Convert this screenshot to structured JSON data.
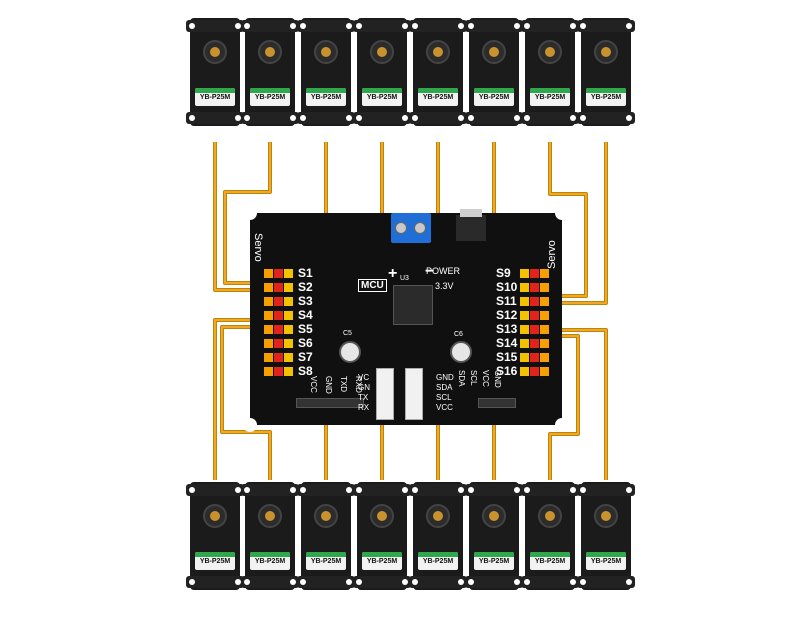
{
  "servo_label": "YB-P25M",
  "board": {
    "servo_title_left": "Servo",
    "servo_title_right": "Servo",
    "mcu_label": "MCU",
    "power_label": "POWER",
    "v33_label": "3.3V",
    "plus_label": "+",
    "minus_label": "−",
    "u3_label": "U3",
    "c6_label": "C6",
    "c5_label": "C5",
    "left_channels": [
      "S1",
      "S2",
      "S3",
      "S4",
      "S5",
      "S6",
      "S7",
      "S8"
    ],
    "right_channels": [
      "S9",
      "S10",
      "S11",
      "S12",
      "S13",
      "S14",
      "S15",
      "S16"
    ],
    "uart_pins": [
      "VCC",
      "GND",
      "TXD",
      "RXD"
    ],
    "uart_side": [
      "VC",
      "GN",
      "TX",
      "RX"
    ],
    "i2c_pins": [
      "GND",
      "SDA",
      "SCL",
      "VCC"
    ],
    "i2c_vertical": [
      "SDA",
      "SCL",
      "VCC",
      "GND"
    ]
  },
  "colors": {
    "wire_dark": "#b8860b",
    "wire_light": "#f5a623",
    "pin_signal": "#f2c200",
    "pin_vcc": "#e0241b",
    "pin_gnd": "#f5a000",
    "board": "#101010",
    "terminal": "#1f6fd6"
  }
}
